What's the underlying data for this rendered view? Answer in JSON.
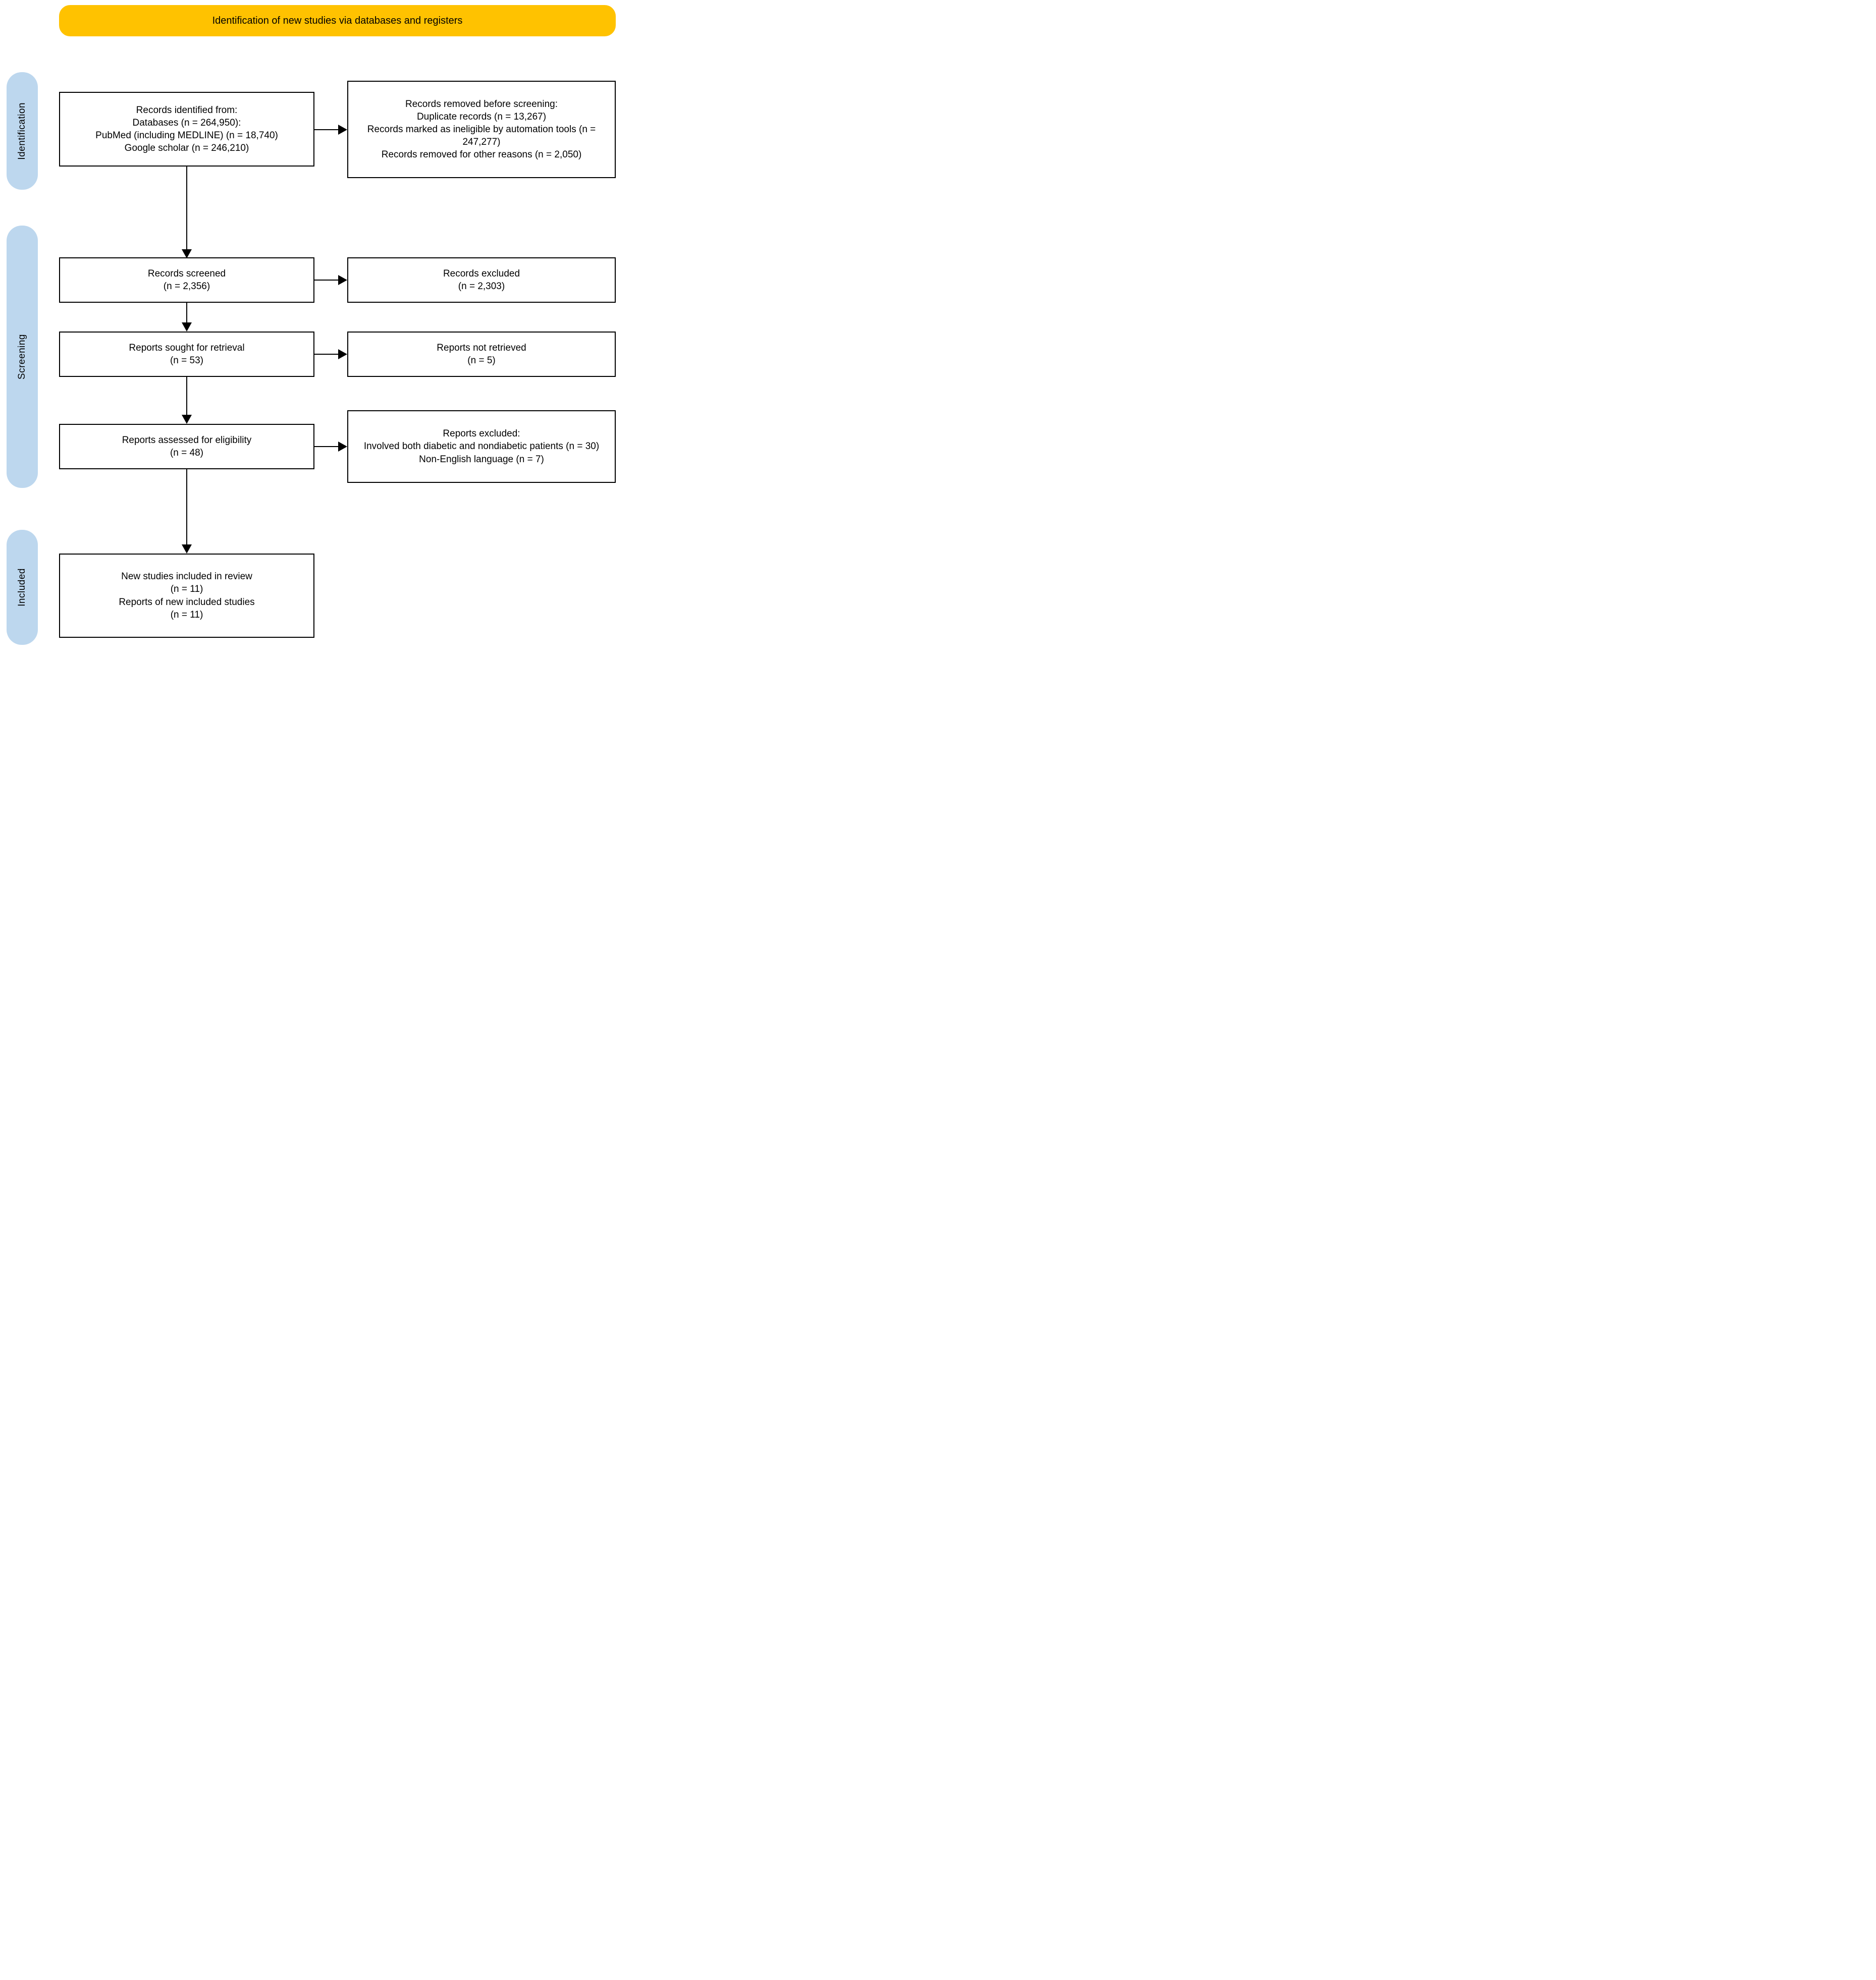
{
  "banner": {
    "title": "Identification of new studies via databases and registers"
  },
  "sidebar": {
    "stages": [
      {
        "label": "Identification"
      },
      {
        "label": "Screening"
      },
      {
        "label": "Included"
      }
    ]
  },
  "flow": {
    "records_identified": {
      "lines": [
        "Records identified from:",
        "Databases (n = 264,950):",
        "PubMed (including MEDLINE) (n = 18,740)",
        "Google scholar (n = 246,210)"
      ]
    },
    "records_removed": {
      "lines": [
        "Records removed before screening:",
        "Duplicate records (n = 13,267)",
        "Records marked as ineligible by automation tools (n = 247,277)",
        "Records removed for other reasons (n = 2,050)"
      ]
    },
    "records_screened": {
      "lines": [
        "Records screened",
        "(n = 2,356)"
      ]
    },
    "records_excluded": {
      "lines": [
        "Records excluded",
        "(n = 2,303)"
      ]
    },
    "reports_sought": {
      "lines": [
        "Reports sought for retrieval",
        "(n = 53)"
      ]
    },
    "reports_not_retrieved": {
      "lines": [
        "Reports not retrieved",
        "(n = 5)"
      ]
    },
    "reports_assessed": {
      "lines": [
        "Reports assessed for eligibility",
        "(n = 48)"
      ]
    },
    "reports_excluded": {
      "lines": [
        "Reports excluded:",
        "Involved both diabetic and nondiabetic patients (n = 30)",
        "Non-English language (n = 7)"
      ]
    },
    "new_studies_included": {
      "lines": [
        "New studies included in review",
        "(n = 11)",
        "Reports of new included studies",
        "(n = 11)"
      ]
    }
  },
  "colors": {
    "banner_bg": "#FFC200",
    "stage_bg": "#BDD7EE",
    "box_border": "#000000",
    "arrow": "#000000",
    "text": "#000000",
    "background": "#FFFFFF"
  }
}
